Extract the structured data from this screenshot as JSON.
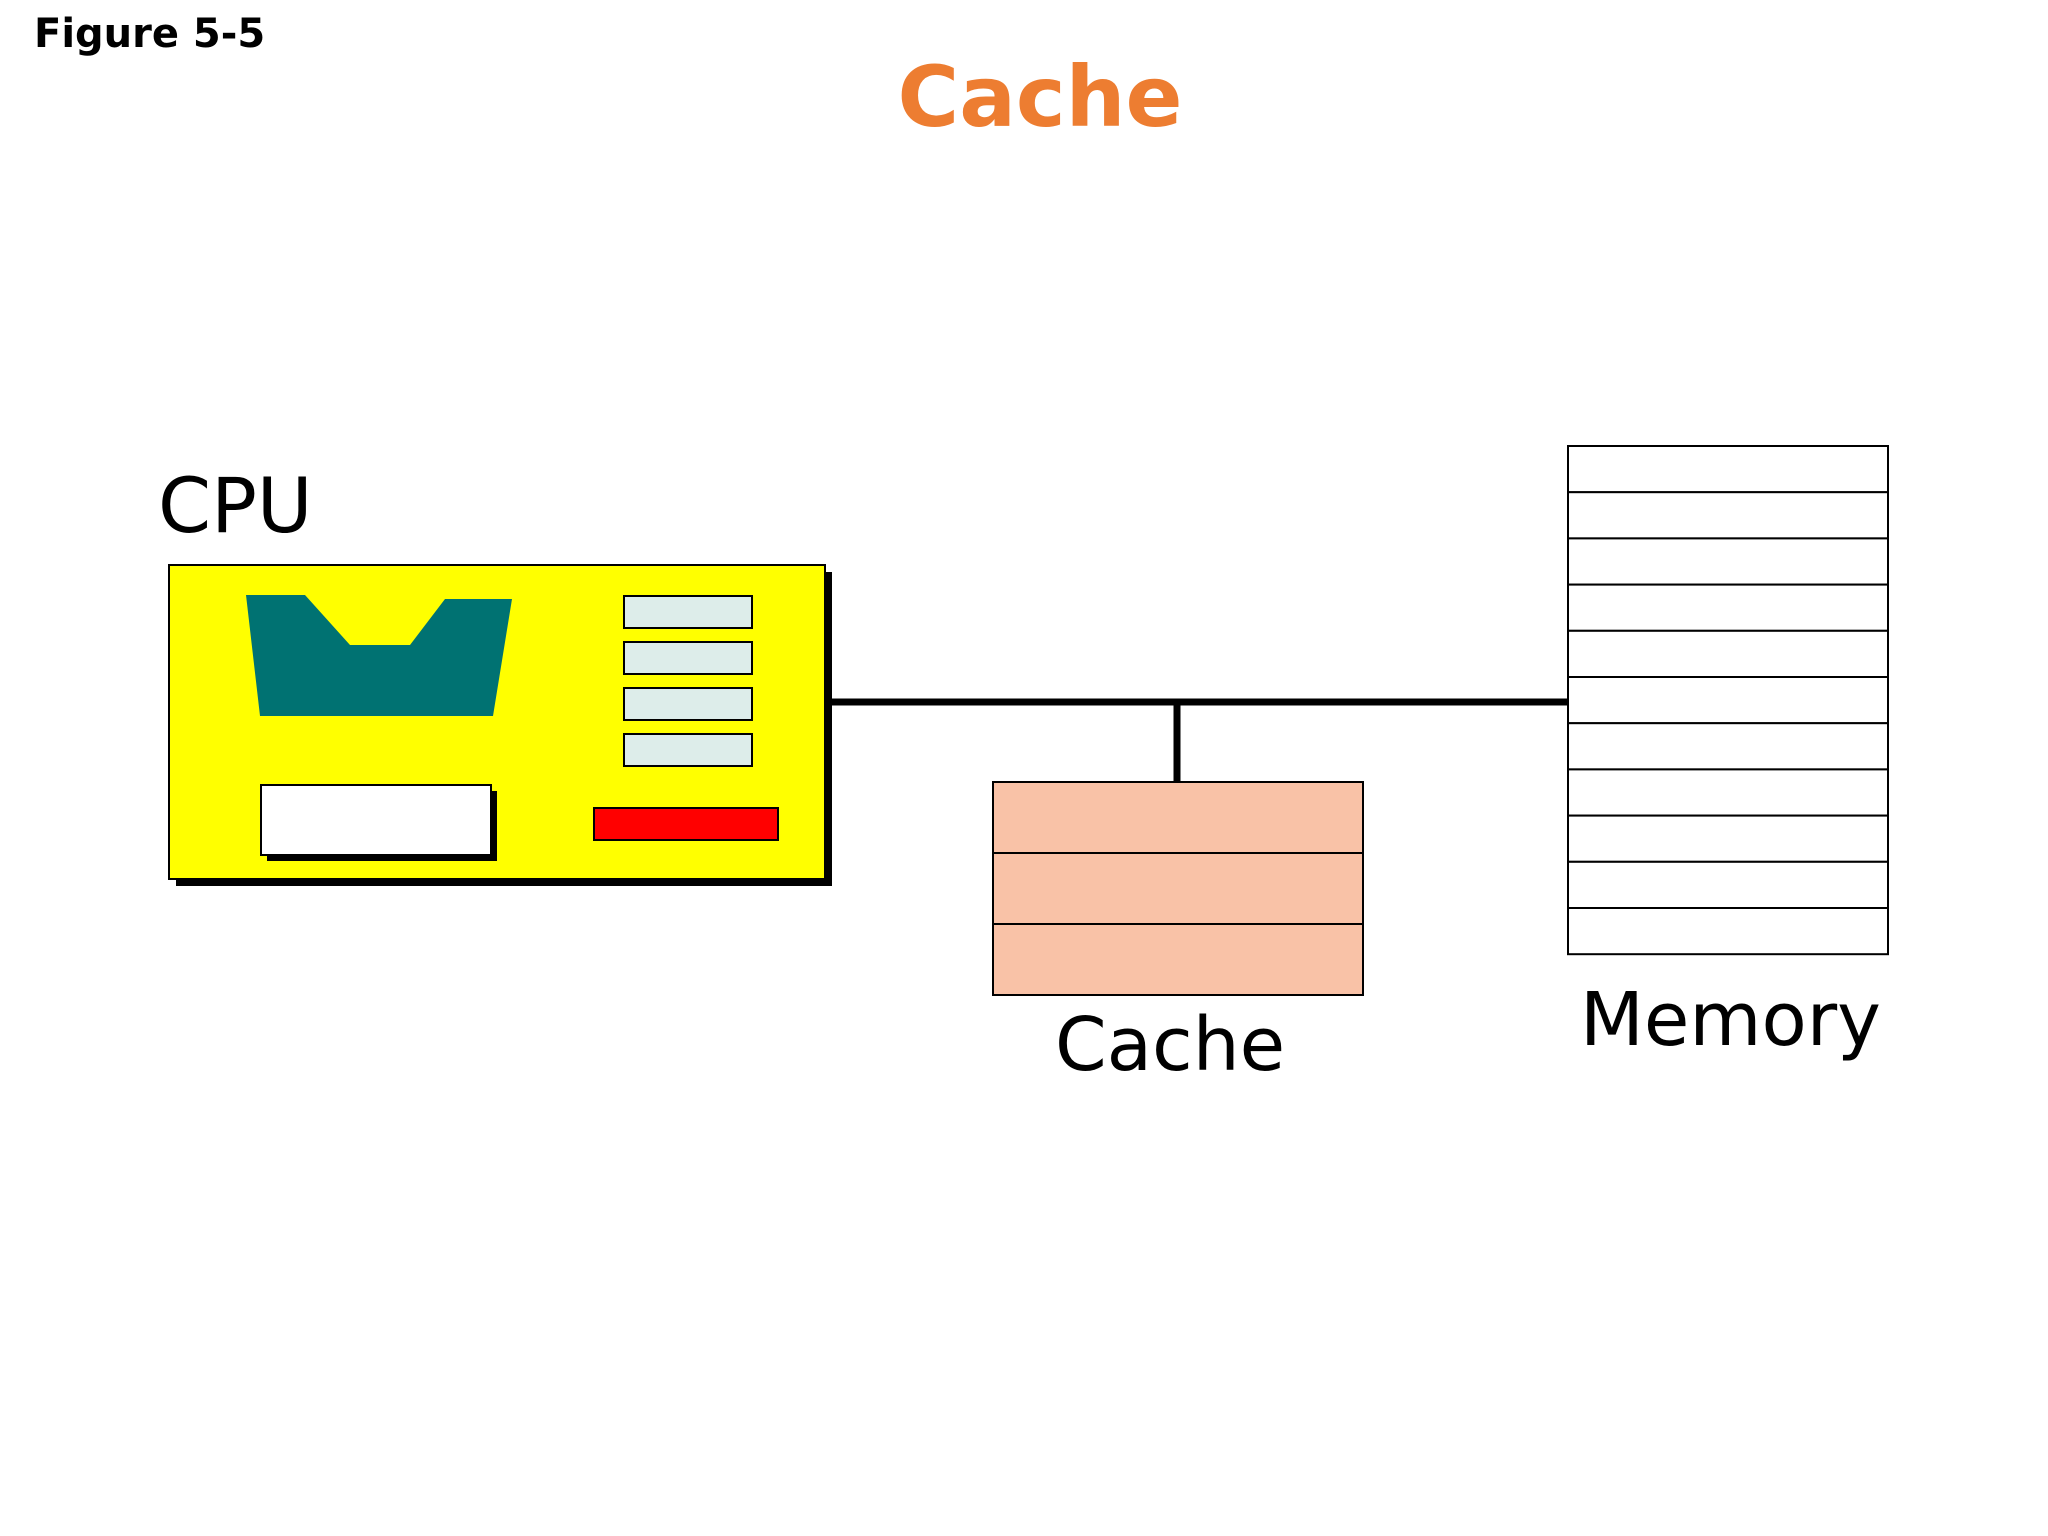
{
  "figure_label": "Figure 5-5",
  "title": "Cache",
  "colors": {
    "title": "#ED7D31",
    "cpu_body": "#FFFF00",
    "alu": "#007272",
    "register": "#DDEDEA",
    "control_bar": "#FF0000",
    "cache_fill": "#F9C2A7",
    "memory_fill": "#FFFFFF",
    "bus": "#000000"
  },
  "diagram": {
    "cpu_label": "CPU",
    "cache_label": "Cache",
    "memory_label": "Memory"
  }
}
